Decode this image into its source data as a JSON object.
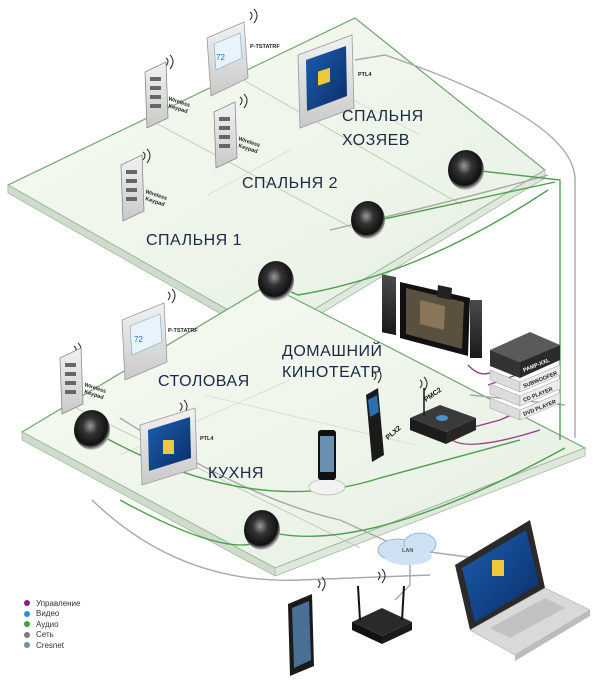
{
  "rooms": {
    "master_bedroom_line1": "СПАЛЬНЯ",
    "master_bedroom_line2": "ХОЗЯЕВ",
    "bedroom2": "СПАЛЬНЯ 2",
    "bedroom1": "СПАЛЬНЯ 1",
    "home_theater_line1": "ДОМАШНИЙ",
    "home_theater_line2": "КИНОТЕАТР",
    "dining": "СТОЛОВАЯ",
    "kitchen": "КУХНЯ"
  },
  "devices": {
    "thermostat": "P-TSTATRF",
    "panel": "PTL4",
    "keypad_line1": "Wireless",
    "keypad_line2": "Keypad",
    "processor": "PMC2",
    "remote": "PLX2",
    "thermostat_temp": "72",
    "lan": "LAN"
  },
  "rack": [
    "PAMP-XXL",
    "SUBWOOFER",
    "CD PLAYER",
    "DVD PLAYER"
  ],
  "legend": [
    {
      "label": "Управление",
      "color": "#8e1e82"
    },
    {
      "label": "Видео",
      "color": "#2a8fd0"
    },
    {
      "label": "Аудио",
      "color": "#3aa63a"
    },
    {
      "label": "Сеть",
      "color": "#7a7a7a"
    },
    {
      "label": "Cresnet",
      "color": "#6f8fa8"
    }
  ],
  "colors": {
    "audio": "#4f9f4f",
    "network": "#9a9a9a",
    "control": "#9a3a88",
    "video": "#2a8fd0"
  }
}
